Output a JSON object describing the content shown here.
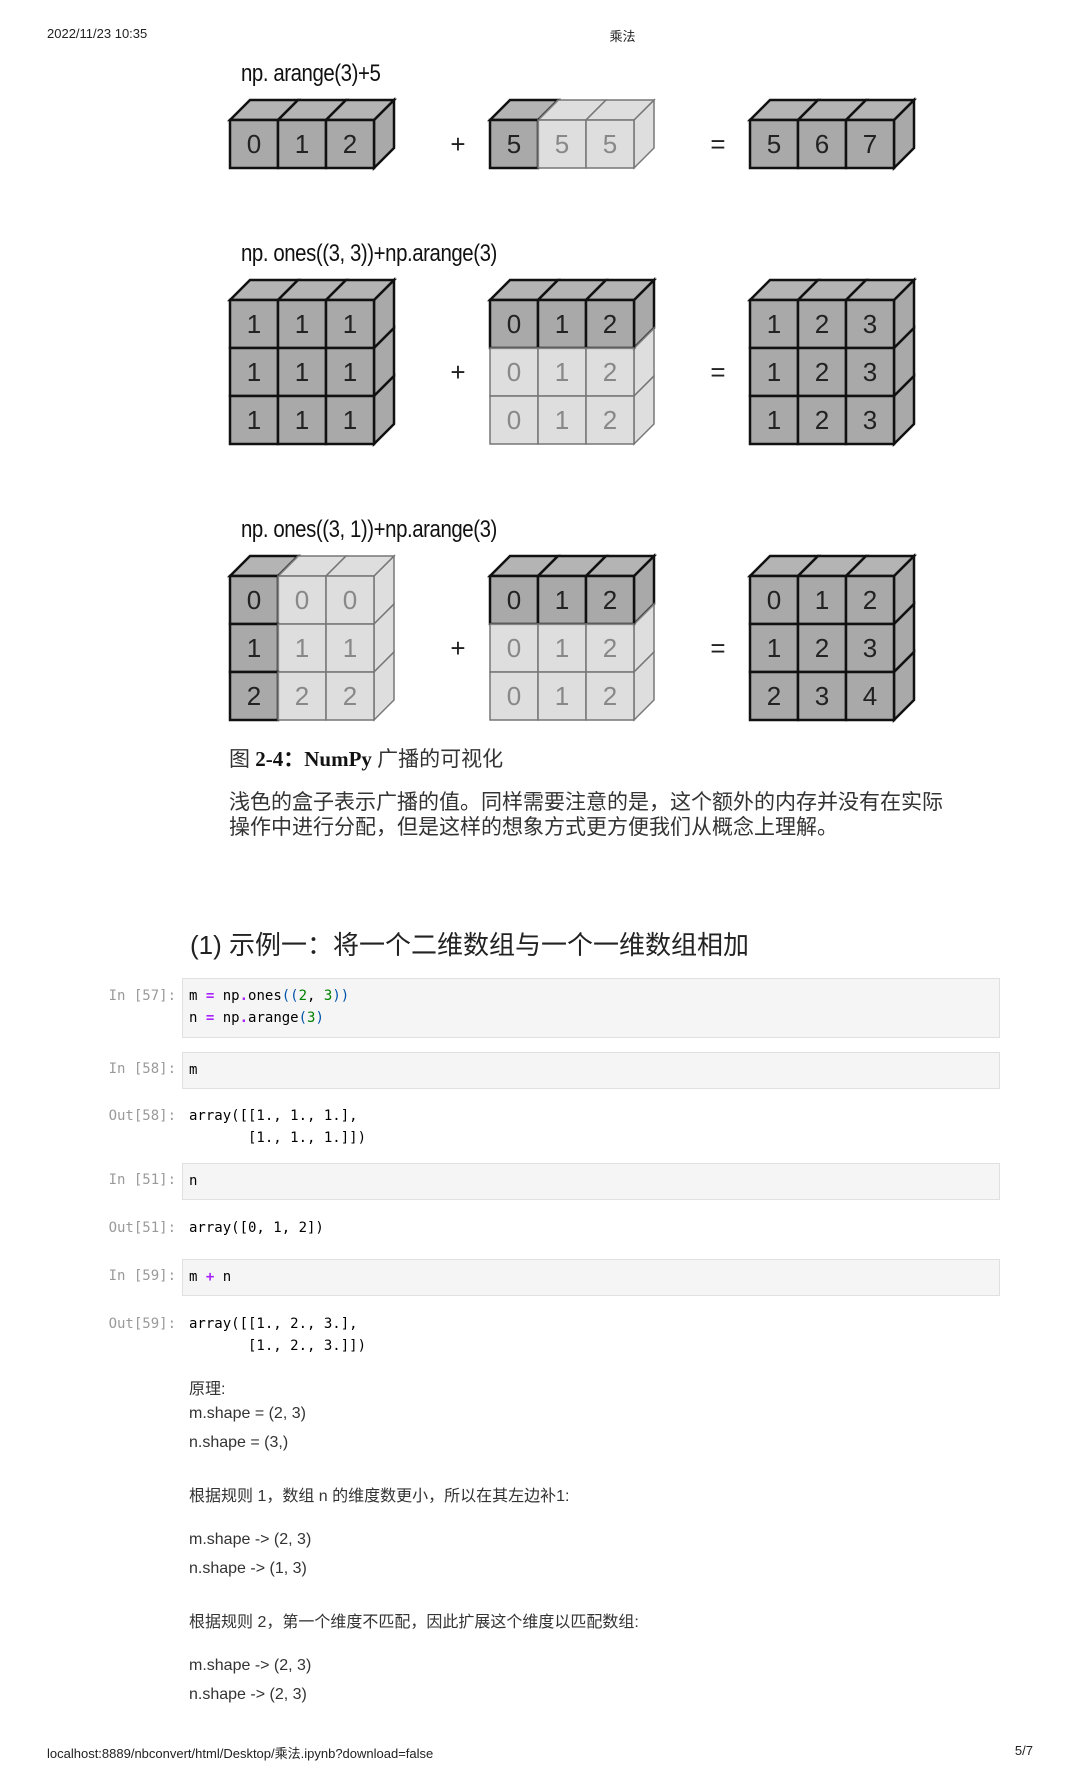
{
  "header": {
    "date": "2022/11/23 10:35",
    "title": "乘法"
  },
  "footer": {
    "url": "localhost:8889/nbconvert/html/Desktop/乘法.ipynb?download=false",
    "page": "5/7"
  },
  "figure": {
    "panels": [
      {
        "label": "np. arange(3)+5",
        "a": {
          "rows": [
            [
              0,
              1,
              2
            ]
          ],
          "ghost_cols": [],
          "ghost_rows": []
        },
        "b": {
          "rows": [
            [
              5,
              5,
              5
            ]
          ],
          "ghost_cols": [
            1,
            2
          ],
          "ghost_rows": []
        },
        "result": {
          "rows": [
            [
              5,
              6,
              7
            ]
          ]
        }
      },
      {
        "label": "np. ones((3, 3))+np.arange(3)",
        "a": {
          "rows": [
            [
              1,
              1,
              1
            ],
            [
              1,
              1,
              1
            ],
            [
              1,
              1,
              1
            ]
          ],
          "ghost_cols": [],
          "ghost_rows": []
        },
        "b": {
          "rows": [
            [
              0,
              1,
              2
            ],
            [
              0,
              1,
              2
            ],
            [
              0,
              1,
              2
            ]
          ],
          "ghost_cols": [],
          "ghost_rows": [
            1,
            2
          ]
        },
        "result": {
          "rows": [
            [
              1,
              2,
              3
            ],
            [
              1,
              2,
              3
            ],
            [
              1,
              2,
              3
            ]
          ]
        }
      },
      {
        "label": "np. ones((3, 1))+np.arange(3)",
        "a": {
          "rows": [
            [
              0,
              0,
              0
            ],
            [
              1,
              1,
              1
            ],
            [
              2,
              2,
              2
            ]
          ],
          "ghost_cols": [
            1,
            2
          ],
          "ghost_rows": []
        },
        "b": {
          "rows": [
            [
              0,
              1,
              2
            ],
            [
              0,
              1,
              2
            ],
            [
              0,
              1,
              2
            ]
          ],
          "ghost_cols": [],
          "ghost_rows": [
            1,
            2
          ]
        },
        "result": {
          "rows": [
            [
              0,
              1,
              2
            ],
            [
              1,
              2,
              3
            ],
            [
              2,
              3,
              4
            ]
          ]
        }
      }
    ],
    "plus": "+",
    "equals": "=",
    "caption_prefix": "图 ",
    "caption_bold": "2-4：NumPy",
    "caption_rest": " 广播的可视化",
    "paragraph": "浅色的盒子表示广播的值。同样需要注意的是，这个额外的内存并没有在实际操作中进行分配，但是这样的想象方式更方便我们从概念上理解。",
    "colors": {
      "solid": "#a9a9a9",
      "solid_top": "#b4b4b4",
      "ghost": "#d6d6d6",
      "stroke": "#111111"
    }
  },
  "section": {
    "heading": "(1) 示例一：将一个二维数组与一个一维数组相加"
  },
  "cells": [
    {
      "type": "in",
      "prompt": "In [57]:",
      "lines": [
        "m = np.ones((2, 3))",
        "n = np.arange(3)"
      ]
    },
    {
      "type": "in",
      "prompt": "In [58]:",
      "lines": [
        "m"
      ]
    },
    {
      "type": "out",
      "prompt": "Out[58]:",
      "lines": [
        "array([[1., 1., 1.],",
        "       [1., 1., 1.]])"
      ]
    },
    {
      "type": "in",
      "prompt": "In [51]:",
      "lines": [
        "n"
      ]
    },
    {
      "type": "out",
      "prompt": "Out[51]:",
      "lines": [
        "array([0, 1, 2])"
      ]
    },
    {
      "type": "in",
      "prompt": "In [59]:",
      "lines": [
        "m + n"
      ]
    },
    {
      "type": "out",
      "prompt": "Out[59]:",
      "lines": [
        "array([[1., 2., 3.],",
        "       [1., 2., 3.]])"
      ]
    }
  ],
  "explanation": {
    "title": "原理:",
    "lines1": [
      "m.shape = (2, 3)",
      "n.shape = (3,)"
    ],
    "rule1": "根据规则 1，数组 n 的维度数更小，所以在其左边补1:",
    "lines2": [
      "m.shape -> (2, 3)",
      "n.shape -> (1, 3)"
    ],
    "rule2": "根据规则 2，第一个维度不匹配，因此扩展这个维度以匹配数组:",
    "lines3": [
      "m.shape -> (2, 3)",
      "n.shape -> (2, 3)"
    ]
  }
}
